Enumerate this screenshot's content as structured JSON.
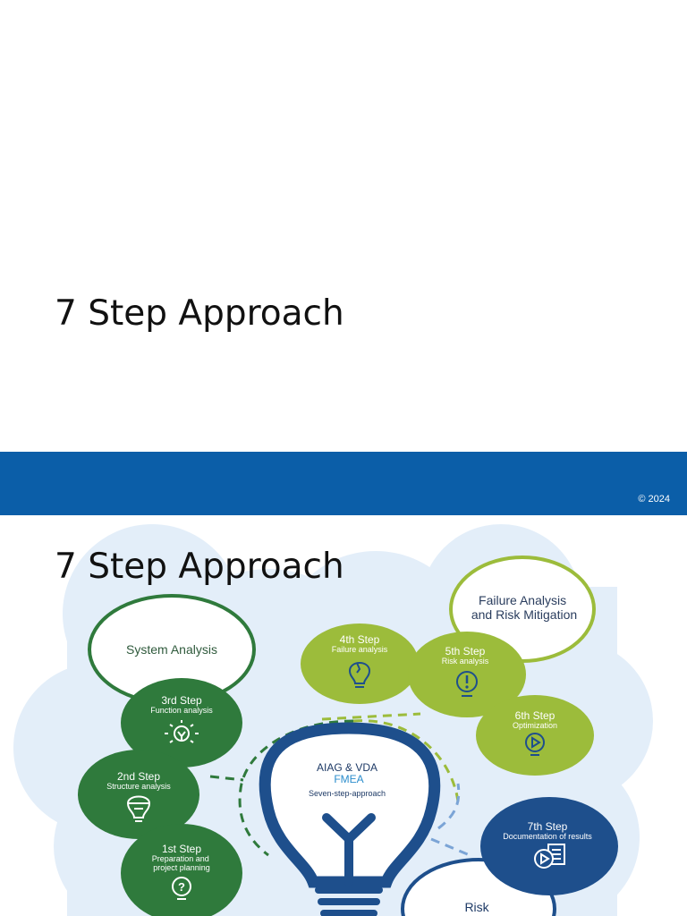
{
  "slide1": {
    "title": "7 Step Approach",
    "copyright": "© 2024"
  },
  "slide2": {
    "title": "7 Step Approach",
    "groups": {
      "system_analysis": "System Analysis",
      "failure_analysis": "Failure Analysis and Risk Mitigation",
      "risk_communication": "Risk Communication"
    },
    "center": {
      "line1": "AIAG & VDA",
      "line2": "FMEA",
      "line3": "Seven-step-approach"
    },
    "steps": [
      {
        "step": "1st Step",
        "desc": "Preparation and project planning",
        "icon": "question-icon"
      },
      {
        "step": "2nd Step",
        "desc": "Structure analysis",
        "icon": "bulb-structure-icon"
      },
      {
        "step": "3rd Step",
        "desc": "Function analysis",
        "icon": "bulb-rays-icon"
      },
      {
        "step": "4th Step",
        "desc": "Failure analysis",
        "icon": "bulb-crack-icon"
      },
      {
        "step": "5th Step",
        "desc": "Risk analysis",
        "icon": "exclamation-icon"
      },
      {
        "step": "6th Step",
        "desc": "Optimization",
        "icon": "play-bulb-icon"
      },
      {
        "step": "7th Step",
        "desc": "Documentation of results",
        "icon": "document-play-icon"
      }
    ],
    "colors": {
      "dark_green": "#2f7a3c",
      "lime": "#9cbc3b",
      "navy": "#1e4f8c",
      "blue_band": "#0b5ea8",
      "light_blue": "#e2edf8"
    }
  }
}
